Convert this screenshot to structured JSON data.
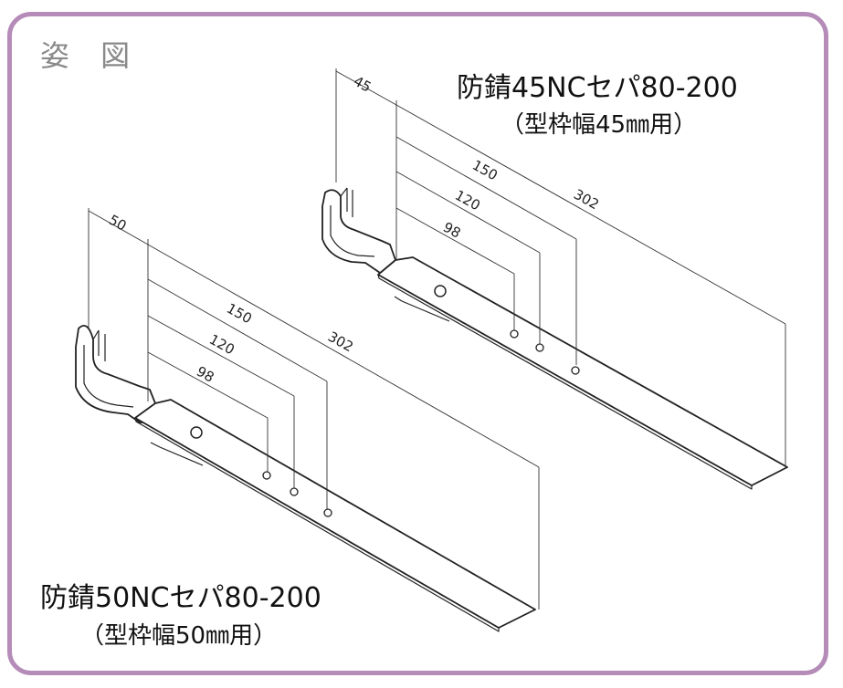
{
  "header": {
    "title": "姿 図"
  },
  "products": [
    {
      "name": "防錆45NCセパ80-200",
      "sub": "（型枠幅45㎜用）",
      "dims": [
        "45",
        "150",
        "120",
        "98",
        "302"
      ]
    },
    {
      "name": "防錆50NCセパ80-200",
      "sub": "（型枠幅50㎜用）",
      "dims": [
        "50",
        "150",
        "120",
        "98",
        "302"
      ]
    }
  ],
  "colors": {
    "frame": "#b58bb8",
    "title": "#8a8a8a",
    "line": "#222222"
  }
}
